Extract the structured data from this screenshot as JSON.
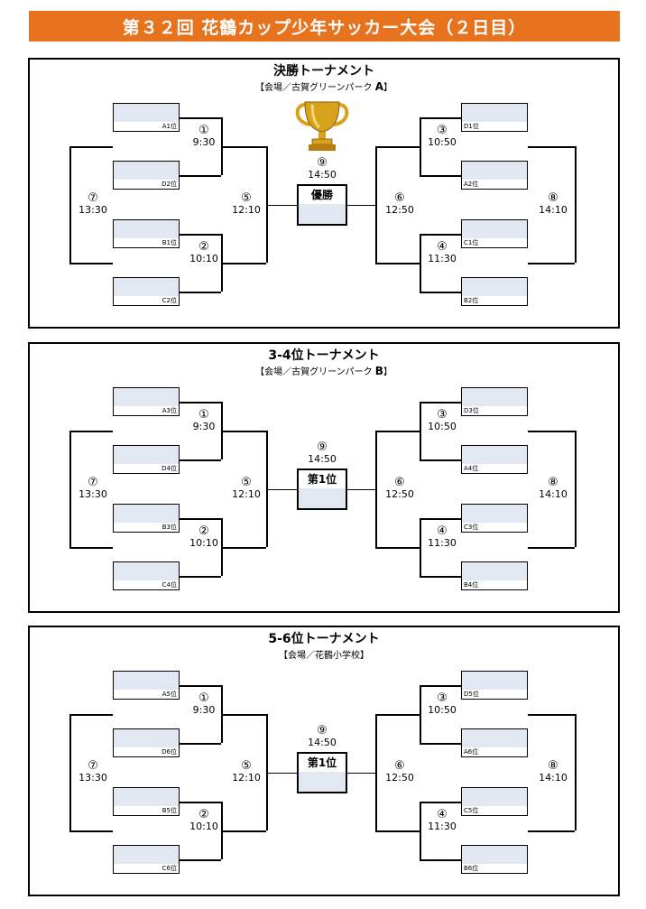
{
  "title": "第３２回 花鶴カップ少年サッカー大会（２日目）",
  "brackets": [
    {
      "title": "決勝トーナメント",
      "venue_prefix": "【会場／古賀グリーンパーク ",
      "venue_letter": "A",
      "venue_suffix": "】",
      "final_label": "優勝",
      "has_trophy": true,
      "slots_left": [
        "A1位",
        "D2位",
        "B1位",
        "C2位"
      ],
      "slots_right": [
        "D1位",
        "A2位",
        "C1位",
        "B2位"
      ]
    },
    {
      "title": "3-4位トーナメント",
      "venue_prefix": "【会場／古賀グリーンパーク ",
      "venue_letter": "B",
      "venue_suffix": "】",
      "final_label": "第1位",
      "has_trophy": false,
      "slots_left": [
        "A3位",
        "D4位",
        "B3位",
        "C4位"
      ],
      "slots_right": [
        "D3位",
        "A4位",
        "C3位",
        "B4位"
      ]
    },
    {
      "title": "5-6位トーナメント",
      "venue_prefix": "【会場／花鶴小学校】",
      "venue_letter": "",
      "venue_suffix": "",
      "final_label": "第1位",
      "has_trophy": false,
      "slots_left": [
        "A5位",
        "D6位",
        "B5位",
        "C6位"
      ],
      "slots_right": [
        "D5位",
        "A6位",
        "C5位",
        "B6位"
      ]
    }
  ],
  "matches": {
    "m1": {
      "num": "①",
      "time": "9:30"
    },
    "m2": {
      "num": "②",
      "time": "10:10"
    },
    "m3": {
      "num": "③",
      "time": "10:50"
    },
    "m4": {
      "num": "④",
      "time": "11:30"
    },
    "m5": {
      "num": "⑤",
      "time": "12:10"
    },
    "m6": {
      "num": "⑥",
      "time": "12:50"
    },
    "m7": {
      "num": "⑦",
      "time": "13:30"
    },
    "m8": {
      "num": "⑧",
      "time": "14:10"
    },
    "m9": {
      "num": "⑨",
      "time": "14:50"
    }
  },
  "colors": {
    "banner": "#e8731e",
    "slot_fill": "#e1e8f1",
    "trophy": "#d9a21c"
  }
}
